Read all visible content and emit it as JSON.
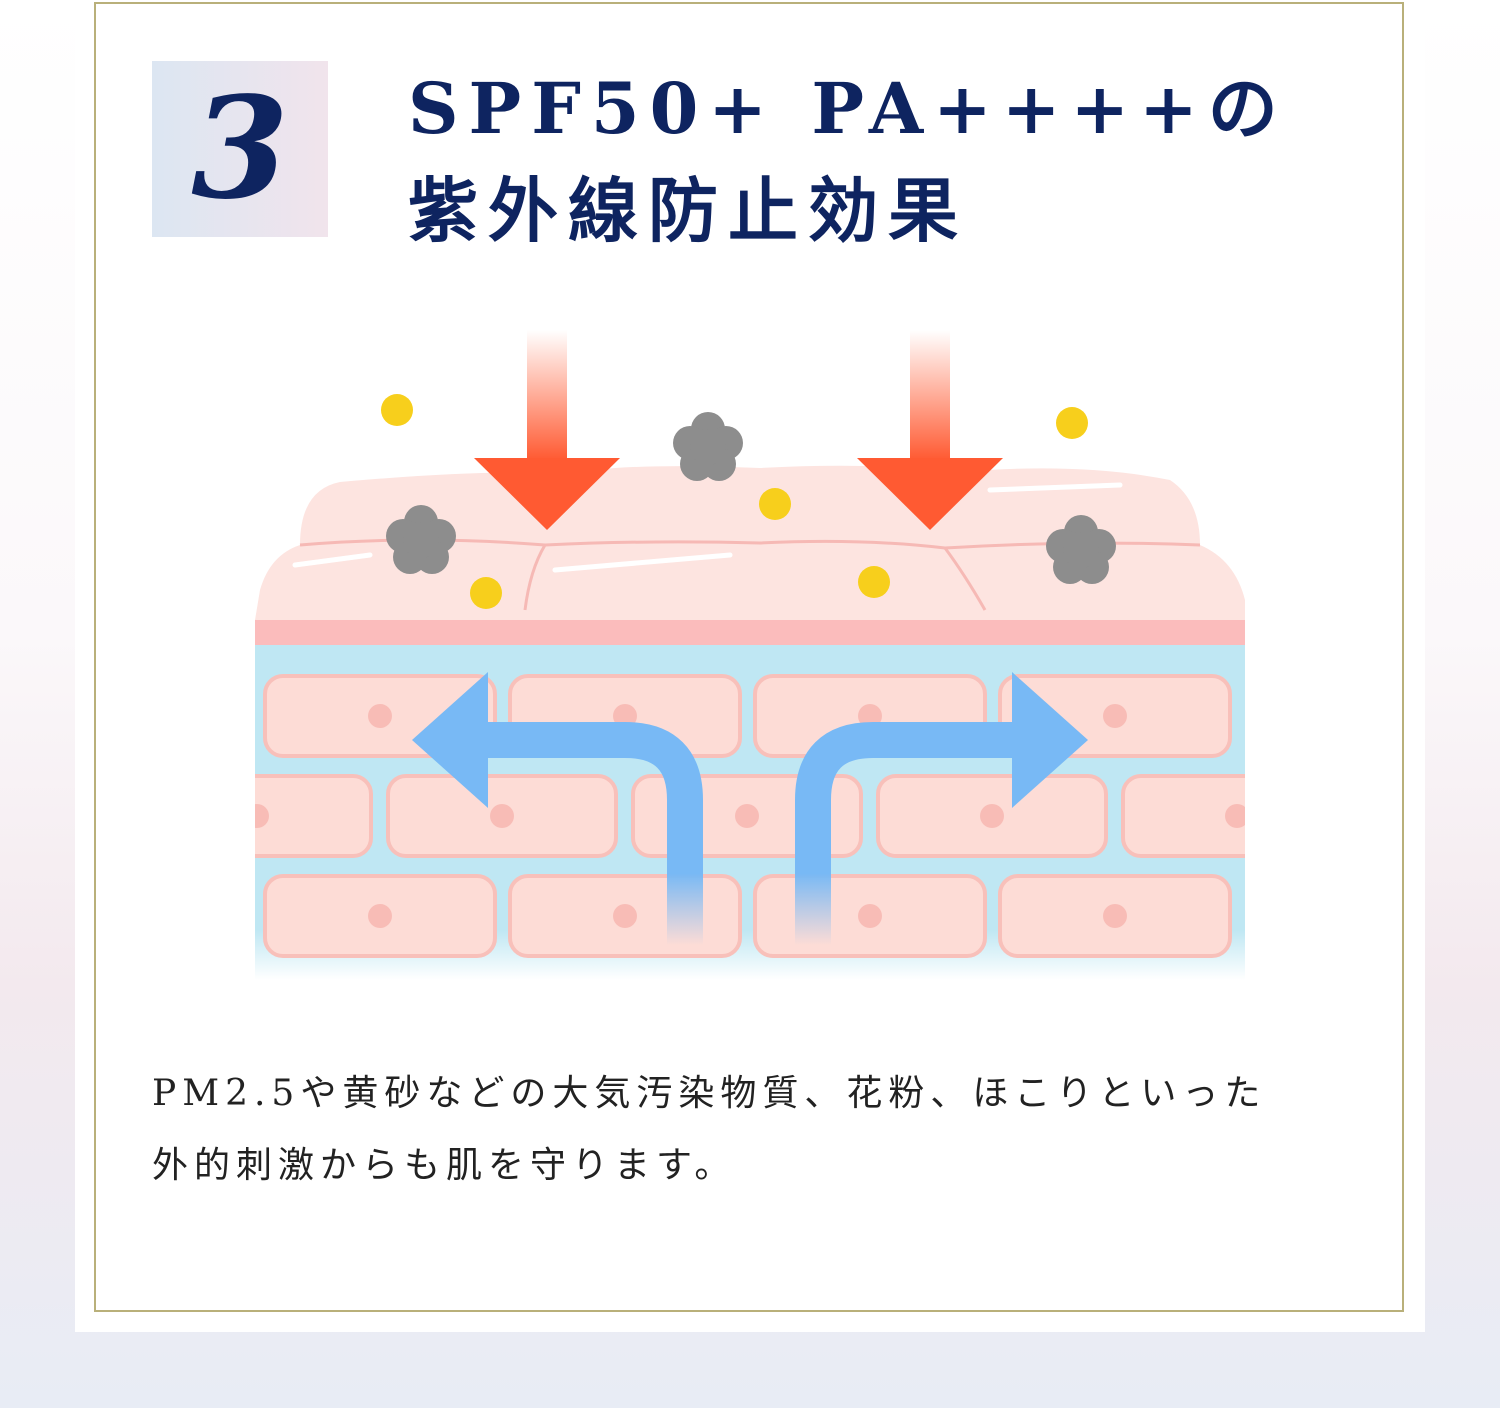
{
  "feature": {
    "number": "3",
    "title_line1": "SPF50+ PA++++の",
    "title_line2": "紫外線防止効果",
    "description_line1": "PM2.5や黄砂などの大気汚染物質、花粉、ほこりといった",
    "description_line2": "外的刺激からも肌を守ります。"
  },
  "colors": {
    "navy": "#0e2460",
    "gold_border": "#b9b07a",
    "uv_arrow": "#ff5a32",
    "deflect_arrow": "#78b9f5",
    "skin": "#fde4e0",
    "pollen": "#f7cf1c",
    "dust": "#8d8d8d"
  }
}
